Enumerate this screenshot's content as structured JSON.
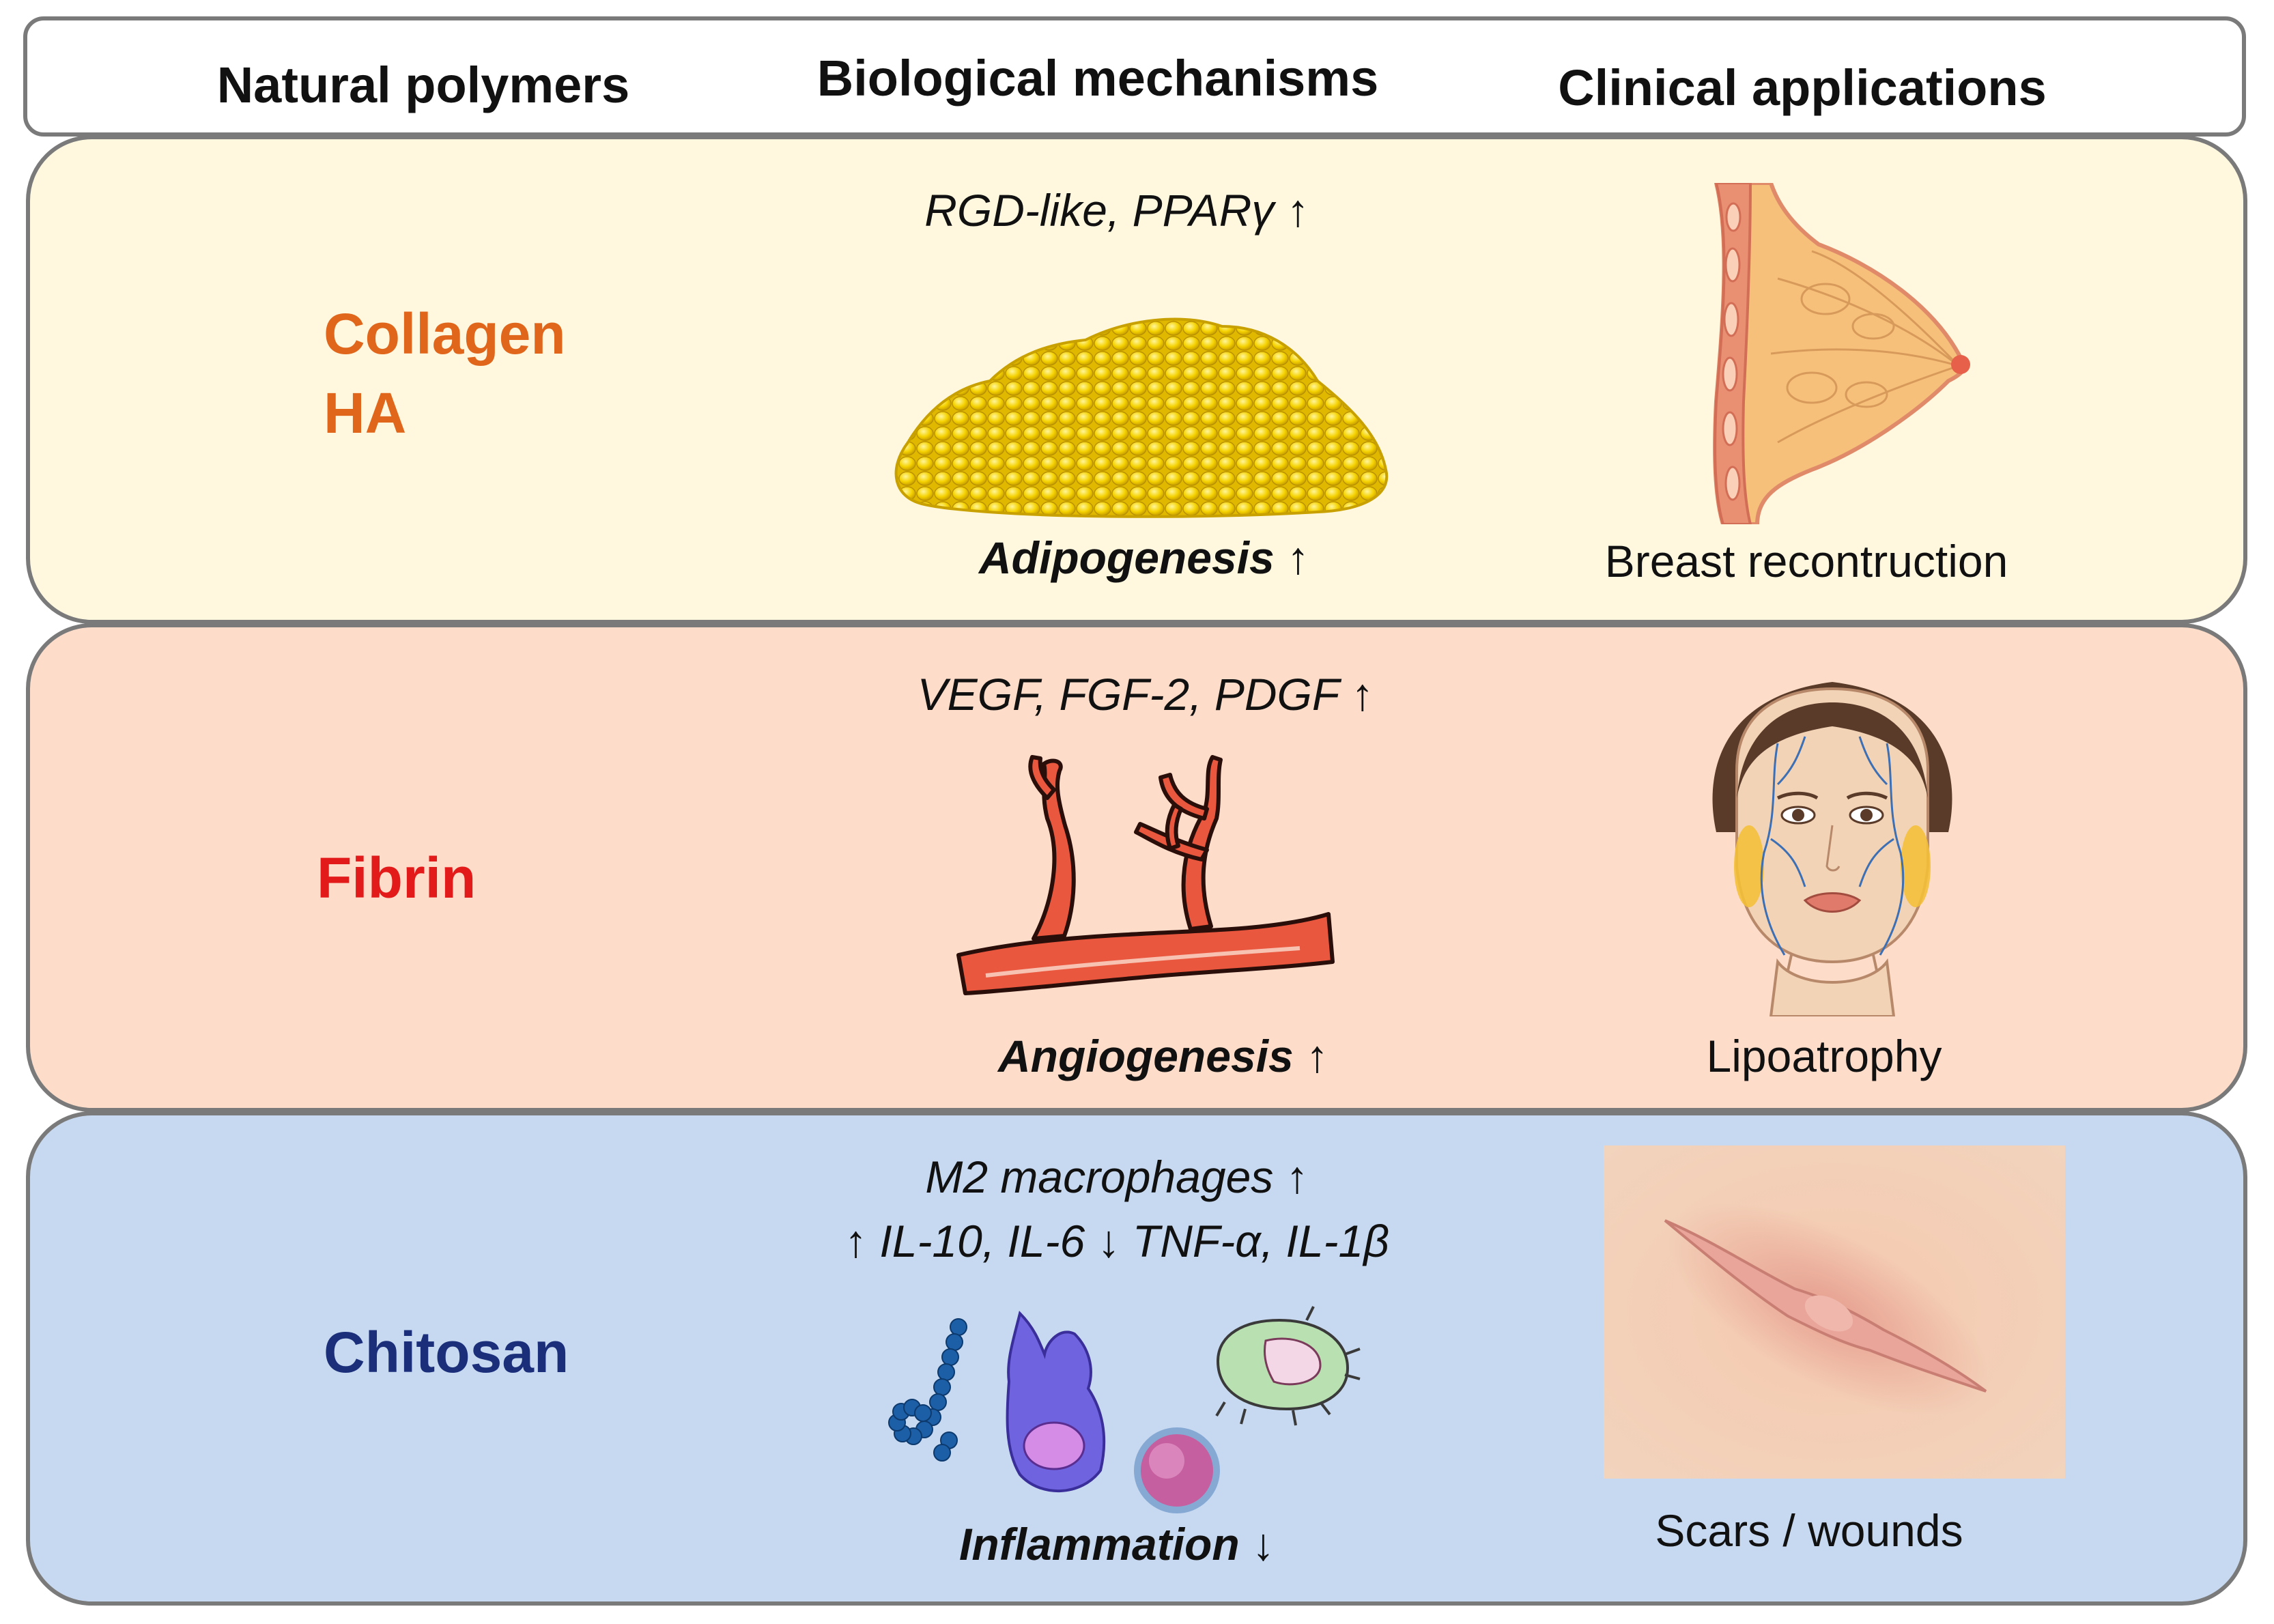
{
  "header": {
    "col1": "Natural polymers",
    "col2": "Biological mechanisms",
    "col3": "Clinical applications"
  },
  "rows": [
    {
      "polymers": [
        "Collagen",
        "HA"
      ],
      "polymer_color": "#e0661c",
      "mechanism_top": "RGD-like, PPARγ ↑",
      "mechanism_bottom": "Adipogenesis ↑",
      "application": "Breast recontruction",
      "band_color": "#fff8df",
      "mechanism_icon": "adipose-tissue-icon",
      "application_icon": "breast-anatomy-icon"
    },
    {
      "polymers": [
        "Fibrin"
      ],
      "polymer_color": "#e31a1a",
      "mechanism_top": "VEGF, FGF-2, PDGF ↑",
      "mechanism_bottom": "Angiogenesis ↑",
      "application": "Lipoatrophy",
      "band_color": "#fddcc9",
      "mechanism_icon": "blood-vessel-icon",
      "application_icon": "face-icon"
    },
    {
      "polymers": [
        "Chitosan"
      ],
      "polymer_color": "#1a2e7a",
      "mechanism_top": "M2 macrophages ↑",
      "mechanism_mid": "↑ IL-10, IL-6 ↓ TNF-α, IL-1β",
      "mechanism_bottom": "Inflammation ↓",
      "application": "Scars / wounds",
      "band_color": "#c7d9f0",
      "mechanism_icon": "immune-cells-icon",
      "application_icon": "scar-icon"
    }
  ]
}
